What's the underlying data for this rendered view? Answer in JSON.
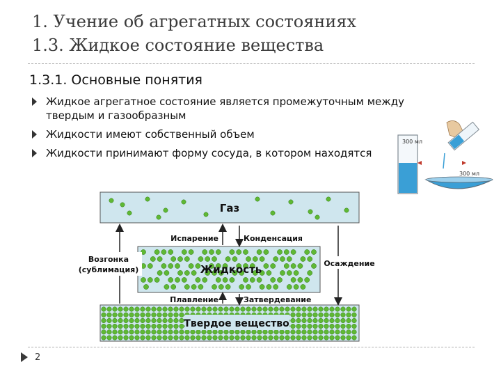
{
  "slide": {
    "title_line1": "1. Учение об агрегатных состояниях",
    "title_line2": "1.3. Жидкое состояние вещества",
    "subtitle": "1.3.1. Основные понятия",
    "bullets": [
      "Жидкое агрегатное состояние является промежуточным между твердым и газообразным",
      "Жидкости имеют собственный объем",
      "Жидкости принимают форму сосуда, в котором находятся"
    ],
    "page_number": "2"
  },
  "illustration": {
    "cylinder_label": "300 мл",
    "bowl_label": "300 мл"
  },
  "diagram": {
    "gas_label": "Газ",
    "liquid_label": "Жидкость",
    "solid_label": "Твердое вещество",
    "evaporation_label": "Испарение",
    "condensation_label": "Конденсация",
    "sublimation_label_1": "Возгонка",
    "sublimation_label_2": "(сублимация)",
    "deposition_label": "Осаждение",
    "melting_label": "Плавление",
    "solidification_label": "Затвердевание",
    "colors": {
      "particle": "#5fb834",
      "band": "#cfe6ee",
      "arrow": "#222222"
    }
  }
}
